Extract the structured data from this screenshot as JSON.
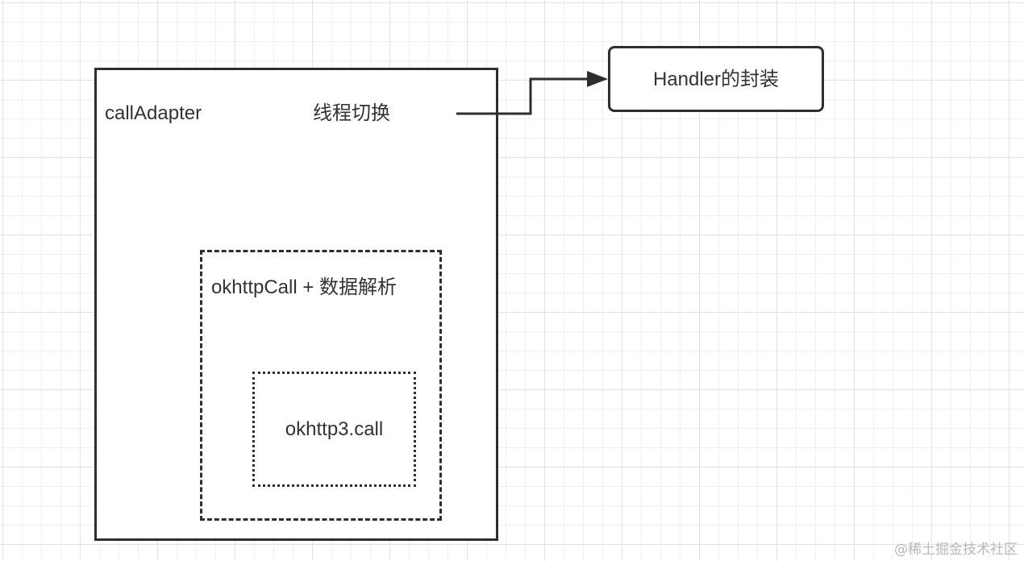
{
  "diagram": {
    "outer_box": {
      "label": "callAdapter",
      "secondary_label": "线程切换"
    },
    "middle_box": {
      "label": "okhttpCall + 数据解析"
    },
    "inner_box": {
      "label": "okhttp3.call"
    },
    "target_box": {
      "label": "Handler的封装"
    }
  },
  "watermark": "@稀土掘金技术社区",
  "colors": {
    "line": "#2e2e2e",
    "grid": "#e4e4e4",
    "text": "#333333",
    "watermark": "#b8b8b8"
  }
}
